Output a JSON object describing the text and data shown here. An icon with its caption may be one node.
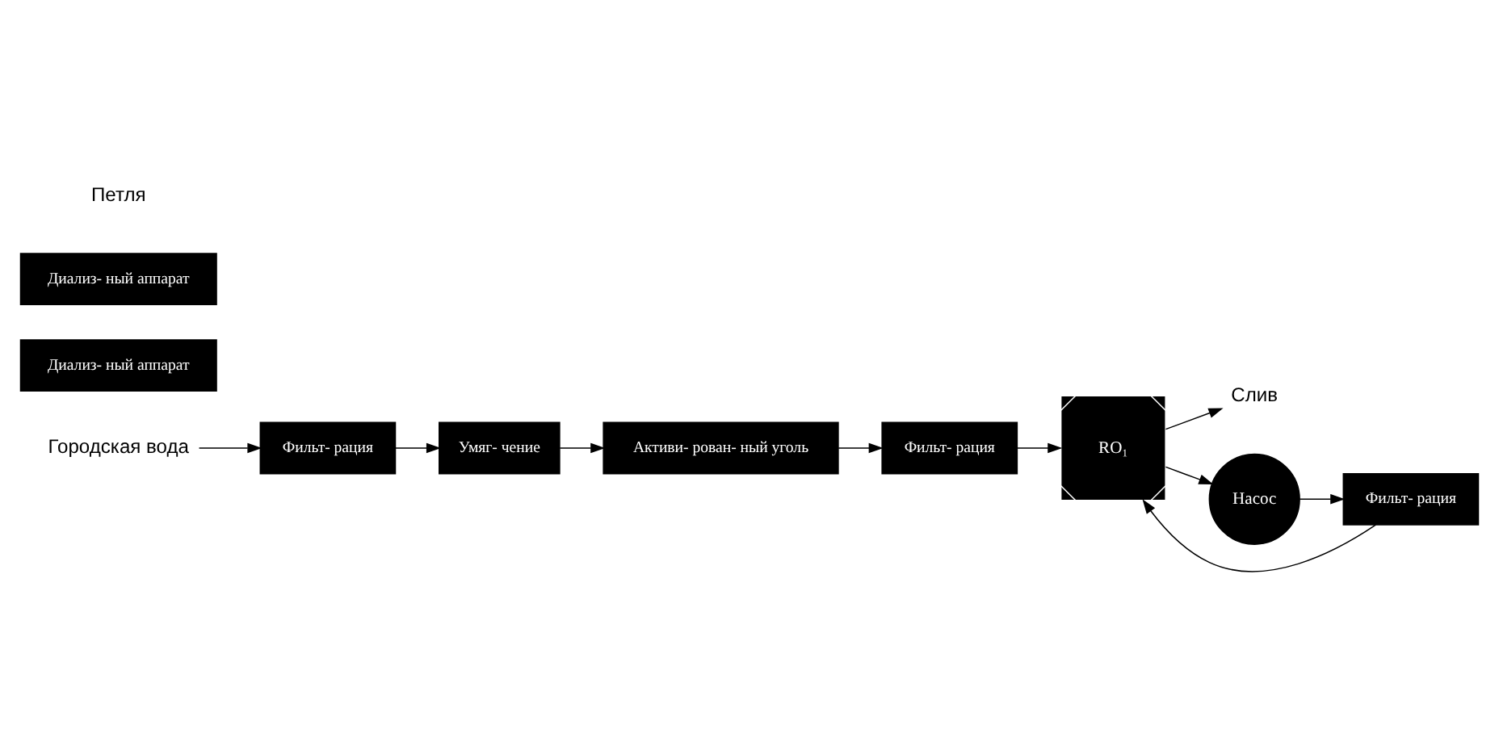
{
  "diagram": {
    "nodes": [
      {
        "text": [
          "Городская вода"
        ]
      },
      {
        "text": [
          "Фильт- рация"
        ]
      },
      {
        "text": [
          "Умяг- чение"
        ]
      },
      {
        "text": [
          "Активи- рован- ный уголь"
        ]
      },
      {
        "text": [
          "Фильт- рация"
        ]
      },
      {
        "text": [
          "RO₁"
        ]
      },
      {
        "text": [
          "Слив"
        ]
      },
      {
        "text": [
          "Насос"
        ]
      },
      {
        "text": [
          "Фильт- рация"
        ]
      },
      {
        "text": [
          "Диализ- ный аппарат"
        ]
      },
      {
        "text": [
          "Диализ- ный аппарат"
        ]
      }
    ],
    "edges": [
      {
        "from": 0,
        "to": 1,
        "arrow": "to"
      },
      {
        "from": 1,
        "to": 2,
        "arrow": "to"
      },
      {
        "from": 2,
        "to": 3,
        "arrow": "to"
      },
      {
        "from": 3,
        "to": 4,
        "arrow": "to"
      },
      {
        "from": 4,
        "to": 5,
        "arrow": "to"
      },
      {
        "from": 5,
        "to": 6,
        "arrow": "to"
      },
      {
        "from": 5,
        "to": 7,
        "arrow": "to"
      },
      {
        "from": 7,
        "to": 8,
        "arrow": "to"
      },
      {
        "from": 8,
        "to": 5,
        "arrow": "to"
      }
    ],
    "labels": [
      "Петля"
    ]
  }
}
